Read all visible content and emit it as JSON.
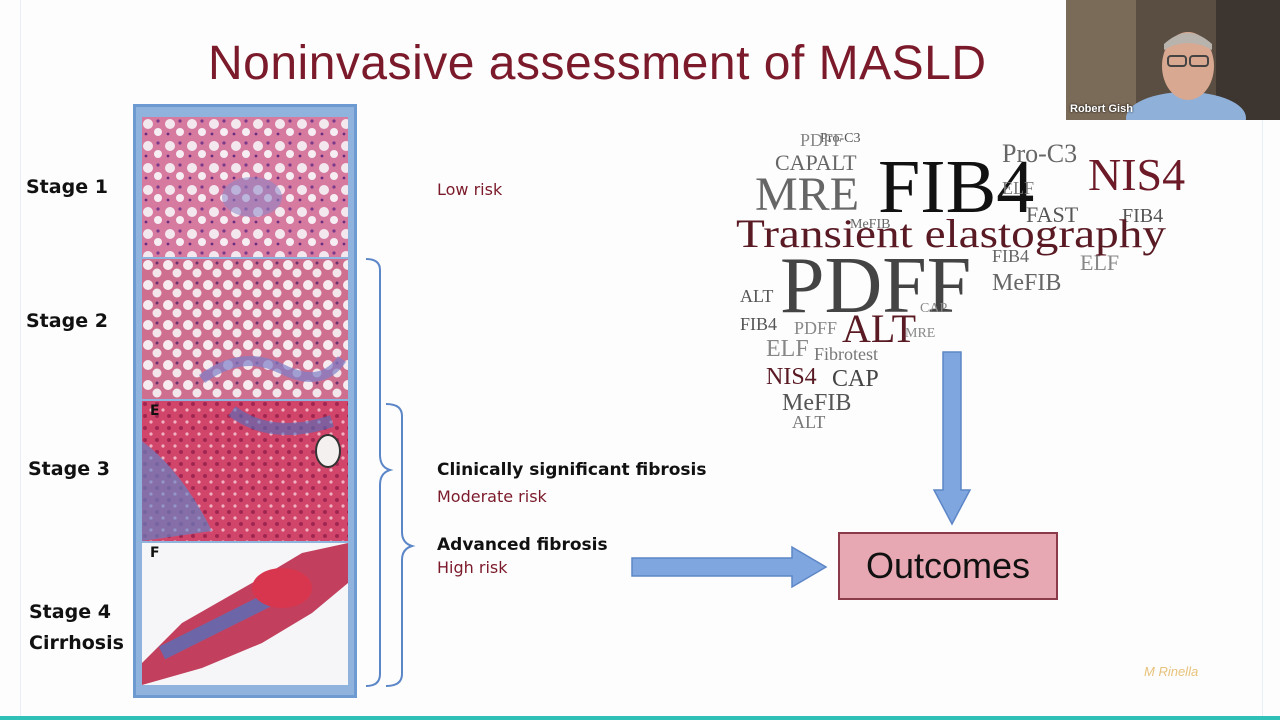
{
  "slide": {
    "title": "Noninvasive assessment of MASLD",
    "stages": [
      "Stage 1",
      "Stage 2",
      "Stage 3",
      "Stage 4",
      "Cirrhosis"
    ],
    "panel_letters": [
      "E",
      "F"
    ],
    "risk": {
      "low": "Low risk",
      "moderate": "Moderate risk",
      "high": "High risk"
    },
    "fibrosis": {
      "significant": "Clinically significant fibrosis",
      "advanced": "Advanced fibrosis"
    },
    "outcomes": "Outcomes",
    "credit": "M Rinella",
    "word_cloud": [
      "FIB4",
      "PDFF",
      "Transient elastography",
      "MRE",
      "NIS4",
      "Pro-C3",
      "ALT",
      "CAP",
      "FAST",
      "MeFIB",
      "ELF",
      "Fibrotest",
      "CAPALT"
    ]
  },
  "webcam": {
    "participant_name": "Robert Gish"
  },
  "colors": {
    "title": "#7b1a2a",
    "outcomes_fill": "#e8a8b3",
    "arrow": "#7fa6df",
    "frame": "#6d9ad0"
  }
}
